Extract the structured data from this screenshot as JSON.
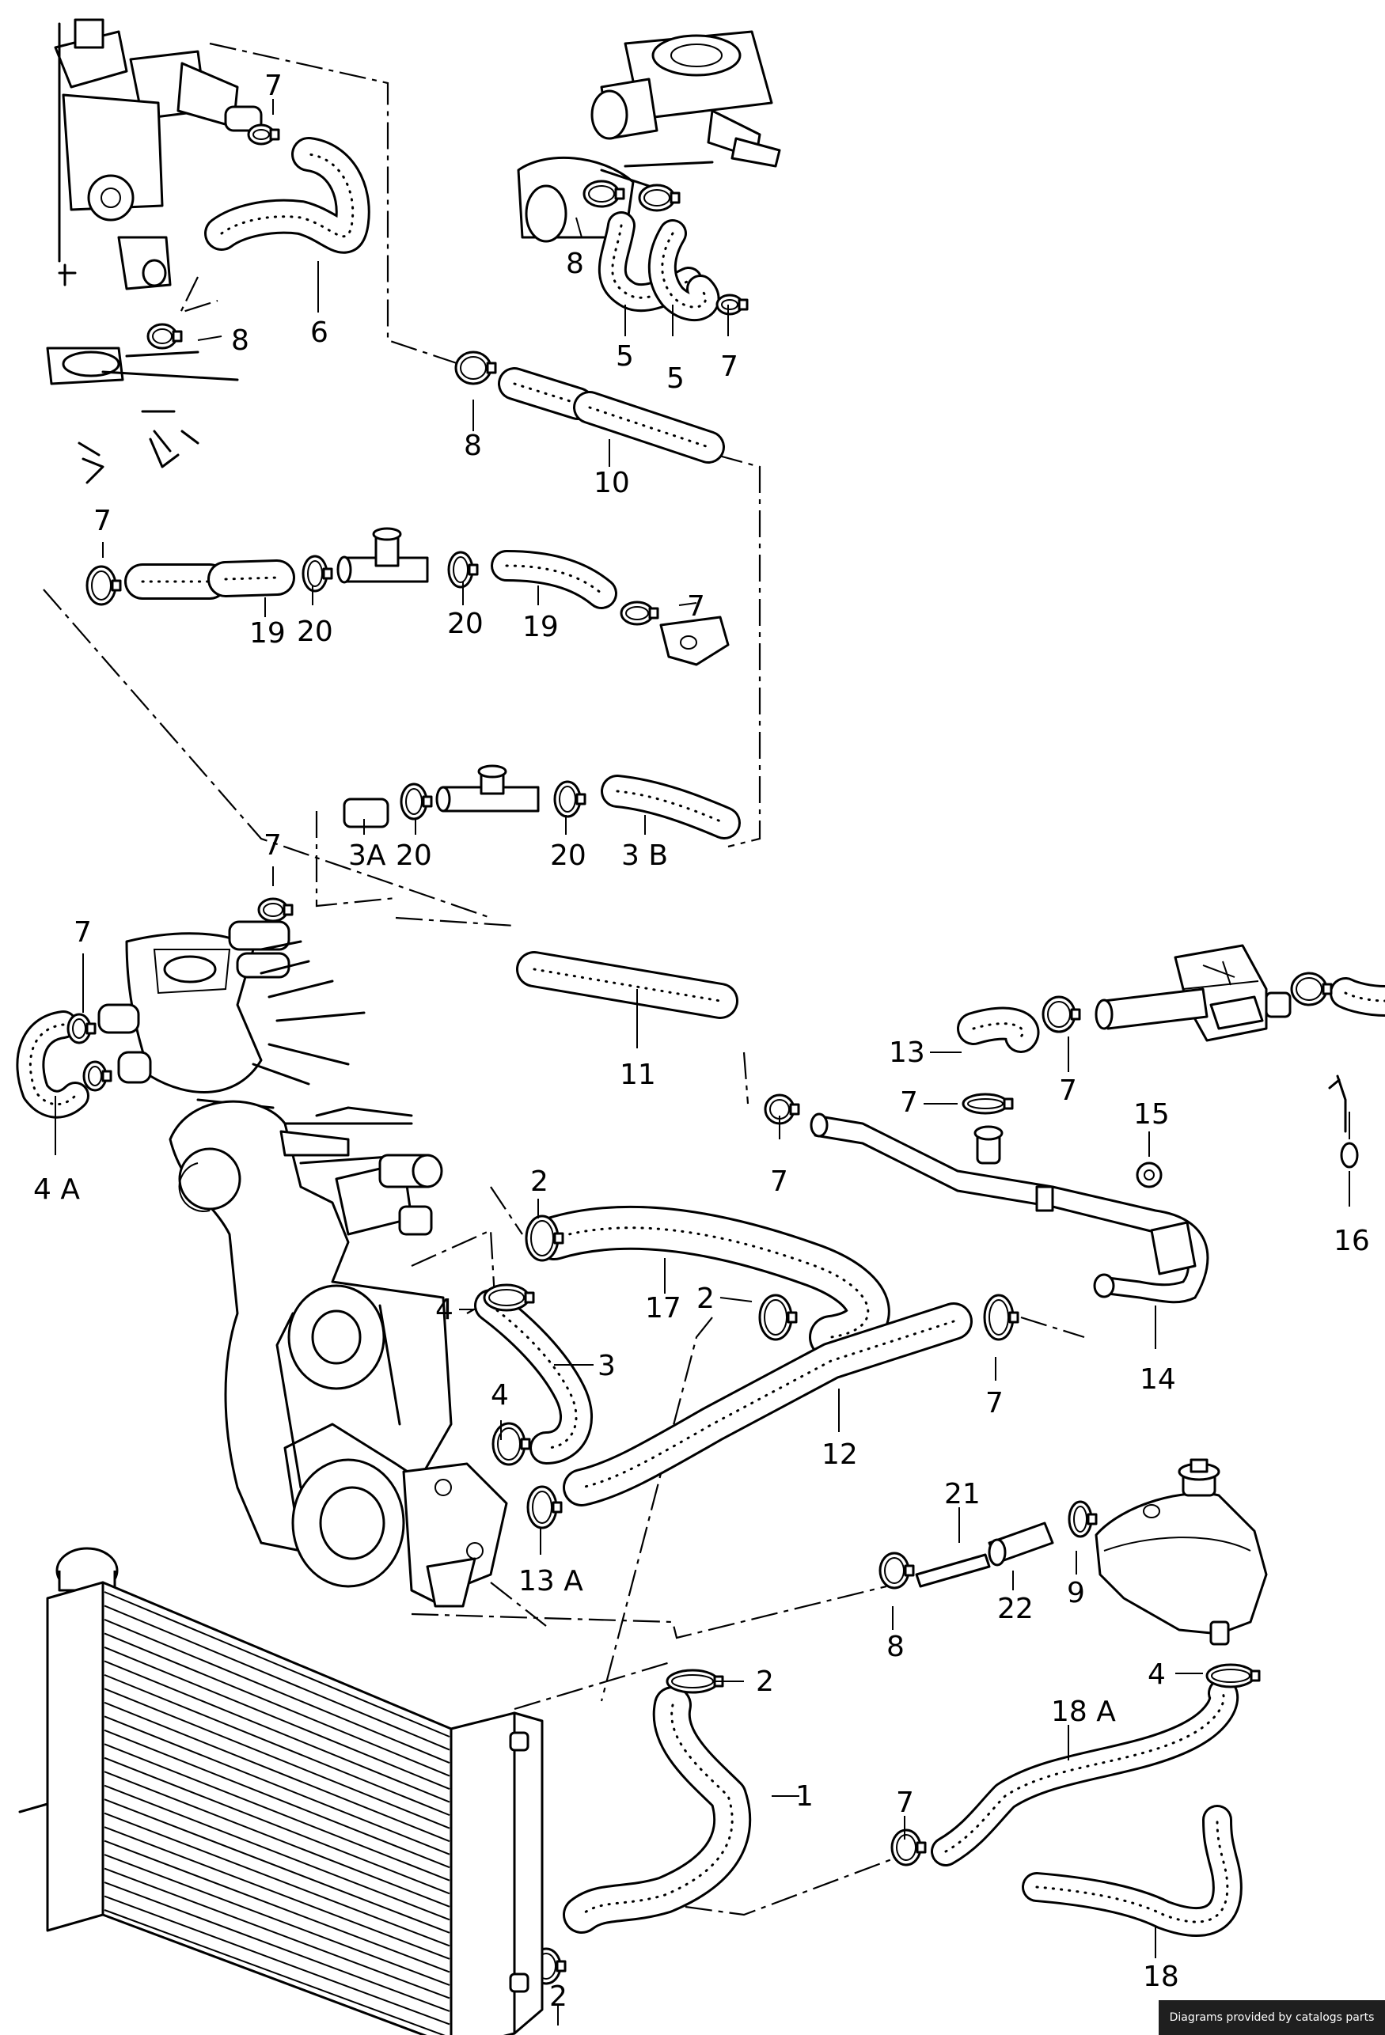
{
  "labels": {
    "l7a": "7",
    "l6": "6",
    "l8a": "8",
    "l8b": "8",
    "l5a": "5",
    "l5b": "5",
    "l7b": "7",
    "l8c": "8",
    "l10": "10",
    "l7c": "7",
    "l19a": "19",
    "l20a": "20",
    "l20b": "20",
    "l19b": "19",
    "l7d": "7",
    "l3A": "3A",
    "l20c": "20",
    "l20d": "20",
    "l3B": "3 B",
    "l7e": "7",
    "l7f": "7",
    "l4A": "4 A",
    "l11": "11",
    "l13": "13",
    "l7g": "7",
    "l7h": "7",
    "l7i": "7",
    "l15": "15",
    "l16": "16",
    "l2a": "2",
    "l17": "17",
    "l2b": "2",
    "l4a": "4",
    "l3": "3",
    "l4b": "4",
    "l14": "14",
    "l7j": "7",
    "l12": "12",
    "l13A": "13 A",
    "l21": "21",
    "l8d": "8",
    "l22": "22",
    "l9": "9",
    "l2c": "2",
    "l4c": "4",
    "l18A": "18 A",
    "l1": "1",
    "l7k": "7",
    "l18": "18",
    "l2d": "2"
  },
  "footer": {
    "credit": "Diagrams provided by catalogs parts"
  }
}
